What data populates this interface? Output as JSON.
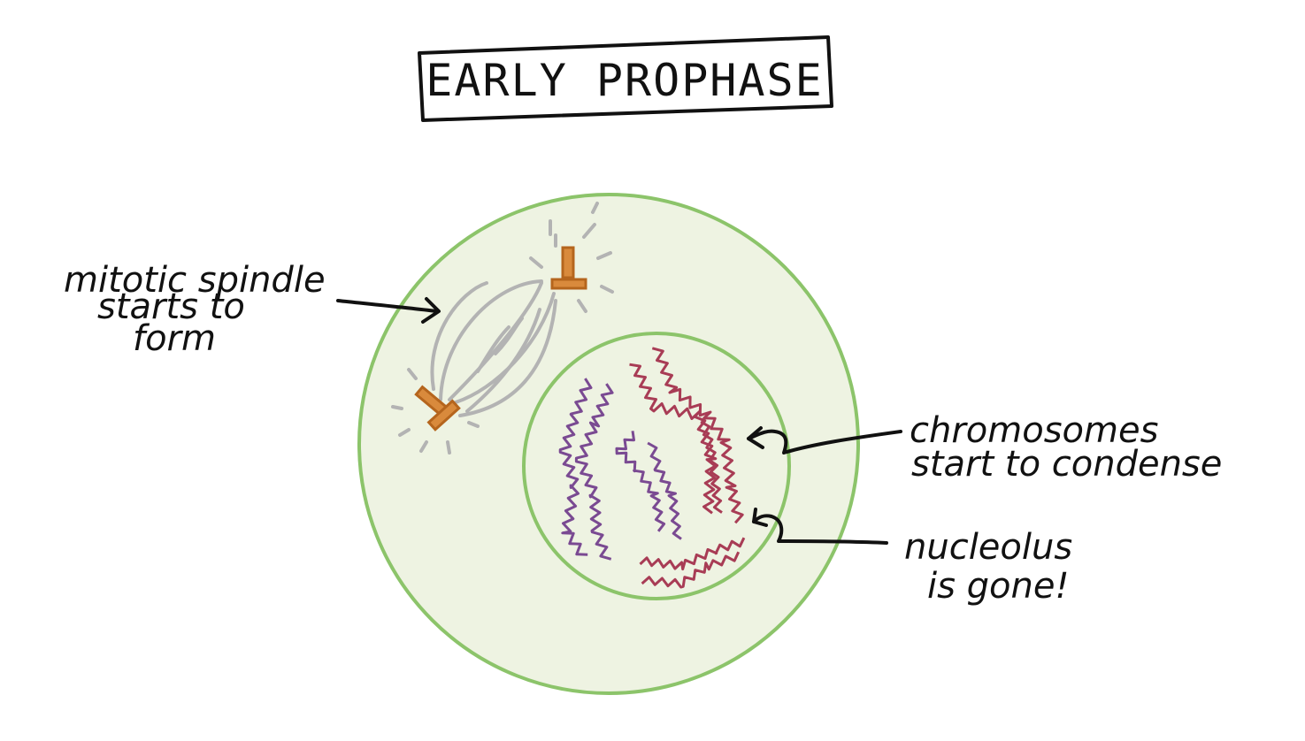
{
  "title": "EARLY PROPHASE",
  "labels": {
    "spindle": [
      "mitotic spindle",
      "starts to",
      "form"
    ],
    "chromosomes": [
      "chromosomes",
      "start to condense"
    ],
    "nucleolus": [
      "nucleolus",
      "is gone!"
    ]
  },
  "colors": {
    "cell_fill": "#eef3e2",
    "cell_outline": "#8cc46a",
    "spindle": "#b3b3b3",
    "centrosome_fill": "#d98a3c",
    "centrosome_edge": "#b5651d",
    "chromosome_red": "#a83c55",
    "chromosome_purple": "#7a4a92",
    "ink": "#111111"
  }
}
